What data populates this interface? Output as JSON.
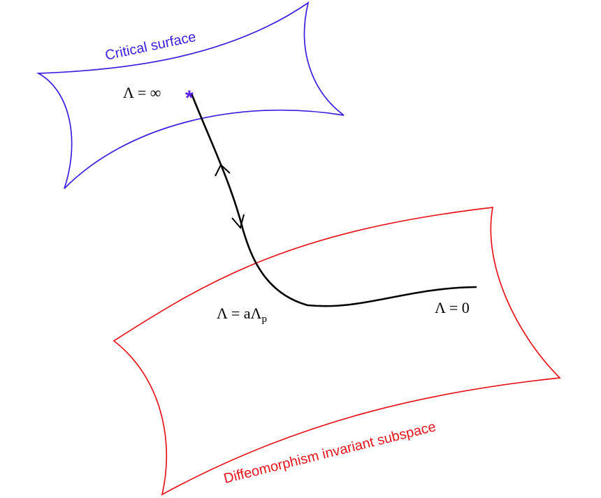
{
  "colors": {
    "critical_surface": "#3b1ee0",
    "subspace": "#e8141c",
    "trajectory": "#000000",
    "fixed_point": "#5a20e6"
  },
  "critical_surface": {
    "label": "Critical surface"
  },
  "subspace": {
    "label": "Diffeomorphism invariant subspace"
  },
  "labels": {
    "lambda_infinity": "Λ = ∞",
    "lambda_a_prefix": "Λ = aΛ",
    "lambda_a_subscript": "p",
    "lambda_zero": "Λ = 0"
  },
  "fixed_point": {
    "symbol": "*",
    "icon": "asterisk-icon"
  },
  "trajectory": {
    "arrow_up_icon": "arrowhead-up-icon",
    "arrow_down_icon": "arrowhead-down-icon"
  }
}
